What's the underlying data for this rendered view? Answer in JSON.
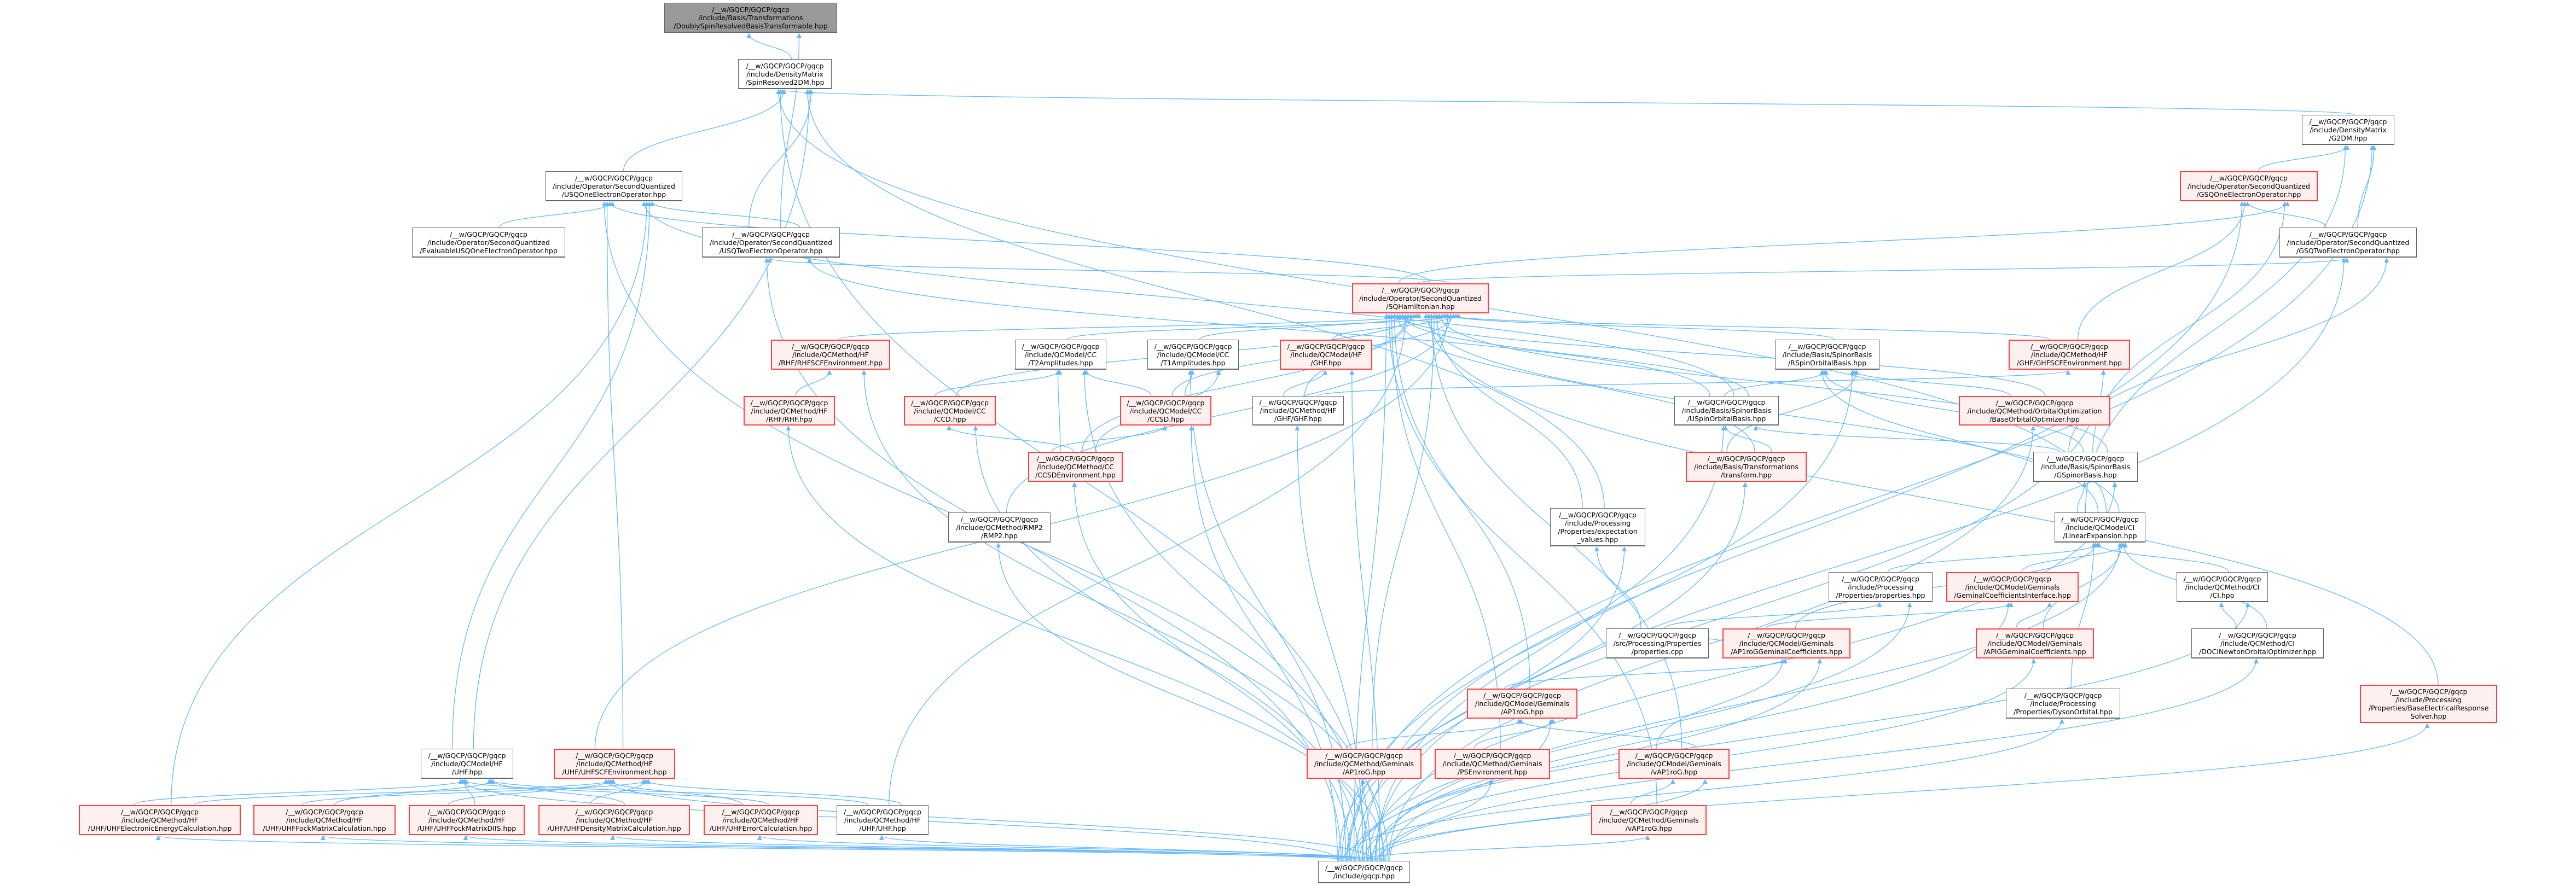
{
  "colors": {
    "edge": "#63b8ff",
    "red_border": "#ff4040",
    "red_fill": "#fff0f0",
    "root_fill": "#999999",
    "normal_border": "#666666"
  },
  "nodes": [
    {
      "id": "root",
      "style": "root",
      "lines": [
        "/__w/GQCP/GQCP/gqcp",
        "/include/Basis/Transformations",
        "/DoublySpinResolvedBasisTransformable.hpp"
      ]
    },
    {
      "id": "s2dm",
      "style": "normal",
      "lines": [
        "/__w/GQCP/GQCP/gqcp",
        "/include/DensityMatrix",
        "/SpinResolved2DM.hpp"
      ]
    },
    {
      "id": "g2dm",
      "style": "normal",
      "lines": [
        "/__w/GQCP/GQCP/gqcp",
        "/include/DensityMatrix",
        "/G2DM.hpp"
      ]
    },
    {
      "id": "usq1",
      "style": "normal",
      "lines": [
        "/__w/GQCP/GQCP/gqcp",
        "/include/Operator/SecondQuantized",
        "/USQOneElectronOperator.hpp"
      ]
    },
    {
      "id": "gsq1",
      "style": "red",
      "lines": [
        "/__w/GQCP/GQCP/gqcp",
        "/include/Operator/SecondQuantized",
        "/GSQOneElectronOperator.hpp"
      ]
    },
    {
      "id": "eval",
      "style": "normal",
      "lines": [
        "/__w/GQCP/GQCP/gqcp",
        "/include/Operator/SecondQuantized",
        "/EvaluableUSQOneElectronOperator.hpp"
      ]
    },
    {
      "id": "usq2",
      "style": "normal",
      "lines": [
        "/__w/GQCP/GQCP/gqcp",
        "/include/Operator/SecondQuantized",
        "/USQTwoElectronOperator.hpp"
      ]
    },
    {
      "id": "gsq2",
      "style": "normal",
      "lines": [
        "/__w/GQCP/GQCP/gqcp",
        "/include/Operator/SecondQuantized",
        "/GSQTwoElectronOperator.hpp"
      ]
    },
    {
      "id": "sqham",
      "style": "red",
      "lines": [
        "/__w/GQCP/GQCP/gqcp",
        "/include/Operator/SecondQuantized",
        "/SQHamiltonian.hpp"
      ]
    },
    {
      "id": "rhfscf",
      "style": "red",
      "lines": [
        "/__w/GQCP/GQCP/gqcp",
        "/include/QCMethod/HF",
        "/RHF/RHFSCFEnvironment.hpp"
      ]
    },
    {
      "id": "t2",
      "style": "normal",
      "lines": [
        "/__w/GQCP/GQCP/gqcp",
        "/include/QCModel/CC",
        "/T2Amplitudes.hpp"
      ]
    },
    {
      "id": "t1",
      "style": "normal",
      "lines": [
        "/__w/GQCP/GQCP/gqcp",
        "/include/QCModel/CC",
        "/T1Amplitudes.hpp"
      ]
    },
    {
      "id": "ghf",
      "style": "red",
      "lines": [
        "/__w/GQCP/GQCP/gqcp",
        "/include/QCModel/HF",
        "/GHF.hpp"
      ]
    },
    {
      "id": "rspin",
      "style": "normal",
      "lines": [
        "/__w/GQCP/GQCP/gqcp",
        "/include/Basis/SpinorBasis",
        "/RSpinOrbitalBasis.hpp"
      ]
    },
    {
      "id": "ghfscf",
      "style": "red",
      "lines": [
        "/__w/GQCP/GQCP/gqcp",
        "/include/QCMethod/HF",
        "/GHF/GHFSCFEnvironment.hpp"
      ]
    },
    {
      "id": "rhf",
      "style": "red",
      "lines": [
        "/__w/GQCP/GQCP/gqcp",
        "/include/QCMethod/HF",
        "/RHF/RHF.hpp"
      ]
    },
    {
      "id": "ccd",
      "style": "red",
      "lines": [
        "/__w/GQCP/GQCP/gqcp",
        "/include/QCModel/CC",
        "/CCD.hpp"
      ]
    },
    {
      "id": "ccsd",
      "style": "red",
      "lines": [
        "/__w/GQCP/GQCP/gqcp",
        "/include/QCModel/CC",
        "/CCSD.hpp"
      ]
    },
    {
      "id": "ghfghf",
      "style": "normal",
      "lines": [
        "/__w/GQCP/GQCP/gqcp",
        "/include/QCMethod/HF",
        "/GHF/GHF.hpp"
      ]
    },
    {
      "id": "uspin",
      "style": "normal",
      "lines": [
        "/__w/GQCP/GQCP/gqcp",
        "/include/Basis/SpinorBasis",
        "/USpinOrbitalBasis.hpp"
      ]
    },
    {
      "id": "baseopt",
      "style": "red",
      "lines": [
        "/__w/GQCP/GQCP/gqcp",
        "/include/QCMethod/OrbitalOptimization",
        "/BaseOrbitalOptimizer.hpp"
      ]
    },
    {
      "id": "ccsdenv",
      "style": "red",
      "lines": [
        "/__w/GQCP/GQCP/gqcp",
        "/include/QCMethod/CC",
        "/CCSDEnvironment.hpp"
      ]
    },
    {
      "id": "transform",
      "style": "red",
      "lines": [
        "/__w/GQCP/GQCP/gqcp",
        "/include/Basis/Transformations",
        "/transform.hpp"
      ]
    },
    {
      "id": "gspinor",
      "style": "normal",
      "lines": [
        "/__w/GQCP/GQCP/gqcp",
        "/include/Basis/SpinorBasis",
        "/GSpinorBasis.hpp"
      ]
    },
    {
      "id": "rmp2",
      "style": "normal",
      "lines": [
        "/__w/GQCP/GQCP/gqcp",
        "/include/QCMethod/RMP2",
        "/RMP2.hpp"
      ]
    },
    {
      "id": "expval",
      "style": "normal",
      "lines": [
        "/__w/GQCP/GQCP/gqcp",
        "/include/Processing",
        "/Properties/expectation",
        "_values.hpp"
      ]
    },
    {
      "id": "linexp",
      "style": "normal",
      "lines": [
        "/__w/GQCP/GQCP/gqcp",
        "/include/QCModel/CI",
        "/LinearExpansion.hpp"
      ]
    },
    {
      "id": "prophpp",
      "style": "normal",
      "lines": [
        "/__w/GQCP/GQCP/gqcp",
        "/include/Processing",
        "/Properties/properties.hpp"
      ]
    },
    {
      "id": "gemint",
      "style": "red",
      "lines": [
        "/__w/GQCP/GQCP/gqcp",
        "/include/QCModel/Geminals",
        "/GeminalCoefficientsInterface.hpp"
      ]
    },
    {
      "id": "ci",
      "style": "normal",
      "lines": [
        "/__w/GQCP/GQCP/gqcp",
        "/include/QCMethod/CI",
        "/CI.hpp"
      ]
    },
    {
      "id": "propcpp",
      "style": "normal",
      "lines": [
        "/__w/GQCP/GQCP/gqcp",
        "/src/Processing/Properties",
        "/properties.cpp"
      ]
    },
    {
      "id": "ap1rogcoef",
      "style": "red",
      "lines": [
        "/__w/GQCP/GQCP/gqcp",
        "/include/QCModel/Geminals",
        "/AP1roGGeminalCoefficients.hpp"
      ]
    },
    {
      "id": "apigcoef",
      "style": "red",
      "lines": [
        "/__w/GQCP/GQCP/gqcp",
        "/include/QCModel/Geminals",
        "/APIGGeminalCoefficients.hpp"
      ]
    },
    {
      "id": "doci",
      "style": "normal",
      "lines": [
        "/__w/GQCP/GQCP/gqcp",
        "/include/QCMethod/CI",
        "/DOCINewtonOrbitalOptimizer.hpp"
      ]
    },
    {
      "id": "ap1rogmodel",
      "style": "red",
      "lines": [
        "/__w/GQCP/GQCP/gqcp",
        "/include/QCModel/Geminals",
        "/AP1roG.hpp"
      ]
    },
    {
      "id": "dyson",
      "style": "normal",
      "lines": [
        "/__w/GQCP/GQCP/gqcp",
        "/include/Processing",
        "/Properties/DysonOrbital.hpp"
      ]
    },
    {
      "id": "baseelec",
      "style": "red",
      "lines": [
        "/__w/GQCP/GQCP/gqcp",
        "/include/Processing",
        "/Properties/BaseElectricalResponse",
        "Solver.hpp"
      ]
    },
    {
      "id": "uhfmodel",
      "style": "normal",
      "lines": [
        "/__w/GQCP/GQCP/gqcp",
        "/include/QCModel/HF",
        "/UHF.hpp"
      ]
    },
    {
      "id": "uhfscf",
      "style": "red",
      "lines": [
        "/__w/GQCP/GQCP/gqcp",
        "/include/QCMethod/HF",
        "/UHF/UHFSCFEnvironment.hpp"
      ]
    },
    {
      "id": "ap1rogmethod",
      "style": "red",
      "lines": [
        "/__w/GQCP/GQCP/gqcp",
        "/include/QCMethod/Geminals",
        "/AP1roG.hpp"
      ]
    },
    {
      "id": "psenv",
      "style": "red",
      "lines": [
        "/__w/GQCP/GQCP/gqcp",
        "/include/QCMethod/Geminals",
        "/PSEnvironment.hpp"
      ]
    },
    {
      "id": "vap1rogmodel",
      "style": "red",
      "lines": [
        "/__w/GQCP/GQCP/gqcp",
        "/include/QCModel/Geminals",
        "/vAP1roG.hpp"
      ]
    },
    {
      "id": "uhfenergy",
      "style": "red",
      "lines": [
        "/__w/GQCP/GQCP/gqcp",
        "/include/QCMethod/HF",
        "/UHF/UHFElectronicEnergyCalculation.hpp"
      ]
    },
    {
      "id": "uhffock",
      "style": "red",
      "lines": [
        "/__w/GQCP/GQCP/gqcp",
        "/include/QCMethod/HF",
        "/UHF/UHFFockMatrixCalculation.hpp"
      ]
    },
    {
      "id": "uhfdiis",
      "style": "red",
      "lines": [
        "/__w/GQCP/GQCP/gqcp",
        "/include/QCMethod/HF",
        "/UHF/UHFFockMatrixDIIS.hpp"
      ]
    },
    {
      "id": "uhfdensity",
      "style": "red",
      "lines": [
        "/__w/GQCP/GQCP/gqcp",
        "/include/QCMethod/HF",
        "/UHF/UHFDensityMatrixCalculation.hpp"
      ]
    },
    {
      "id": "uhferror",
      "style": "red",
      "lines": [
        "/__w/GQCP/GQCP/gqcp",
        "/include/QCMethod/HF",
        "/UHF/UHFErrorCalculation.hpp"
      ]
    },
    {
      "id": "uhfuhf",
      "style": "normal",
      "lines": [
        "/__w/GQCP/GQCP/gqcp",
        "/include/QCMethod/HF",
        "/UHF/UHF.hpp"
      ]
    },
    {
      "id": "vap1rogmethod",
      "style": "red",
      "lines": [
        "/__w/GQCP/GQCP/gqcp",
        "/include/QCMethod/Geminals",
        "/vAP1roG.hpp"
      ]
    },
    {
      "id": "gqcp",
      "style": "normal",
      "lines": [
        "/__w/GQCP/GQCP/gqcp",
        "/include/gqcp.hpp"
      ]
    }
  ],
  "edges": [
    [
      "s2dm",
      "root"
    ],
    [
      "usq2",
      "root"
    ],
    [
      "usq1",
      "s2dm"
    ],
    [
      "usq2",
      "s2dm"
    ],
    [
      "g2dm",
      "s2dm"
    ],
    [
      "uhfmodel",
      "s2dm"
    ],
    [
      "gqcp",
      "s2dm"
    ],
    [
      "expval",
      "s2dm"
    ],
    [
      "linexp",
      "s2dm"
    ],
    [
      "gsq1",
      "g2dm"
    ],
    [
      "gsq2",
      "g2dm"
    ],
    [
      "linexp",
      "g2dm"
    ],
    [
      "gqcp",
      "g2dm"
    ],
    [
      "eval",
      "usq1"
    ],
    [
      "usq2",
      "usq1"
    ],
    [
      "sqham",
      "usq1"
    ],
    [
      "uhfmodel",
      "usq1"
    ],
    [
      "uhfscf",
      "usq1"
    ],
    [
      "uhfenergy",
      "usq1"
    ],
    [
      "gqcp",
      "usq1"
    ],
    [
      "uspin",
      "usq1"
    ],
    [
      "gsq2",
      "gsq1"
    ],
    [
      "sqham",
      "gsq1"
    ],
    [
      "ghfscf",
      "gsq1"
    ],
    [
      "gspinor",
      "gsq1"
    ],
    [
      "gqcp",
      "gsq1"
    ],
    [
      "sqham",
      "usq2"
    ],
    [
      "uspin",
      "usq2"
    ],
    [
      "gqcp",
      "usq2"
    ],
    [
      "sqham",
      "gsq2"
    ],
    [
      "gspinor",
      "gsq2"
    ],
    [
      "gqcp",
      "gsq2"
    ],
    [
      "rhfscf",
      "sqham"
    ],
    [
      "t2",
      "sqham"
    ],
    [
      "t1",
      "sqham"
    ],
    [
      "ghf",
      "sqham"
    ],
    [
      "ccd",
      "sqham"
    ],
    [
      "ccsd",
      "sqham"
    ],
    [
      "ccsdenv",
      "sqham"
    ],
    [
      "rmp2",
      "sqham"
    ],
    [
      "ghfghf",
      "sqham"
    ],
    [
      "uhfscf",
      "sqham"
    ],
    [
      "uhfuhf",
      "sqham"
    ],
    [
      "rspin",
      "sqham"
    ],
    [
      "uspin",
      "sqham"
    ],
    [
      "ghfscf",
      "sqham"
    ],
    [
      "baseopt",
      "sqham"
    ],
    [
      "gspinor",
      "sqham"
    ],
    [
      "transform",
      "sqham"
    ],
    [
      "expval",
      "sqham"
    ],
    [
      "ap1rogmodel",
      "sqham"
    ],
    [
      "ap1rogmethod",
      "sqham"
    ],
    [
      "psenv",
      "sqham"
    ],
    [
      "vap1rogmodel",
      "sqham"
    ],
    [
      "vap1rogmethod",
      "sqham"
    ],
    [
      "baseelec",
      "sqham"
    ],
    [
      "gqcp",
      "sqham"
    ],
    [
      "linexp",
      "sqham"
    ],
    [
      "rhf",
      "rhfscf"
    ],
    [
      "gqcp",
      "rhfscf"
    ],
    [
      "ccd",
      "t2"
    ],
    [
      "ccsd",
      "t2"
    ],
    [
      "ccsdenv",
      "t2"
    ],
    [
      "gqcp",
      "t2"
    ],
    [
      "ccsd",
      "t1"
    ],
    [
      "ccsdenv",
      "t1"
    ],
    [
      "gqcp",
      "t1"
    ],
    [
      "ghfghf",
      "ghf"
    ],
    [
      "gqcp",
      "ghf"
    ],
    [
      "ccsdenv",
      "ccd"
    ],
    [
      "gqcp",
      "ccd"
    ],
    [
      "ccsdenv",
      "ccsd"
    ],
    [
      "gqcp",
      "ccsd"
    ],
    [
      "gqcp",
      "rhf"
    ],
    [
      "gqcp",
      "ccsdenv"
    ],
    [
      "gqcp",
      "rmp2"
    ],
    [
      "gqcp",
      "ghfghf"
    ],
    [
      "uspin",
      "rspin"
    ],
    [
      "transform",
      "rspin"
    ],
    [
      "gspinor",
      "rspin"
    ],
    [
      "baseopt",
      "rspin"
    ],
    [
      "linexp",
      "rspin"
    ],
    [
      "gqcp",
      "rspin"
    ],
    [
      "transform",
      "uspin"
    ],
    [
      "gspinor",
      "uspin"
    ],
    [
      "gqcp",
      "uspin"
    ],
    [
      "ghfghf",
      "ghfscf"
    ],
    [
      "gqcp",
      "ghfscf"
    ],
    [
      "gqcp",
      "baseopt"
    ],
    [
      "linexp",
      "gspinor"
    ],
    [
      "gqcp",
      "gspinor"
    ],
    [
      "gqcp",
      "transform"
    ],
    [
      "prophpp",
      "linexp"
    ],
    [
      "gemint",
      "linexp"
    ],
    [
      "ci",
      "linexp"
    ],
    [
      "doci",
      "linexp"
    ],
    [
      "ap1rogcoef",
      "linexp"
    ],
    [
      "apigcoef",
      "linexp"
    ],
    [
      "dyson",
      "linexp"
    ],
    [
      "gqcp",
      "linexp"
    ],
    [
      "propcpp",
      "prophpp"
    ],
    [
      "propcpp",
      "expval"
    ],
    [
      "gqcp",
      "prophpp"
    ],
    [
      "gqcp",
      "expval"
    ],
    [
      "ap1rogcoef",
      "gemint"
    ],
    [
      "apigcoef",
      "gemint"
    ],
    [
      "gqcp",
      "gemint"
    ],
    [
      "doci",
      "ci"
    ],
    [
      "gqcp",
      "ci"
    ],
    [
      "gqcp",
      "doci"
    ],
    [
      "gqcp",
      "apigcoef"
    ],
    [
      "gqcp",
      "dyson"
    ],
    [
      "gqcp",
      "baseelec"
    ],
    [
      "ap1rogmodel",
      "ap1rogcoef"
    ],
    [
      "propcpp",
      "ap1rogcoef"
    ],
    [
      "vap1rogmodel",
      "ap1rogcoef"
    ],
    [
      "gqcp",
      "ap1rogcoef"
    ],
    [
      "ap1rogmethod",
      "ap1rogmodel"
    ],
    [
      "psenv",
      "ap1rogmodel"
    ],
    [
      "vap1rogmodel",
      "ap1rogmodel"
    ],
    [
      "gqcp",
      "ap1rogmodel"
    ],
    [
      "vap1rogmethod",
      "vap1rogmodel"
    ],
    [
      "gqcp",
      "vap1rogmodel"
    ],
    [
      "gqcp",
      "ap1rogmethod"
    ],
    [
      "gqcp",
      "psenv"
    ],
    [
      "gqcp",
      "vap1rogmethod"
    ],
    [
      "uhfenergy",
      "uhfmodel"
    ],
    [
      "uhffock",
      "uhfmodel"
    ],
    [
      "uhfdiis",
      "uhfmodel"
    ],
    [
      "uhfdensity",
      "uhfmodel"
    ],
    [
      "uhferror",
      "uhfmodel"
    ],
    [
      "uhfuhf",
      "uhfmodel"
    ],
    [
      "gqcp",
      "uhfmodel"
    ],
    [
      "uhfenergy",
      "uhfscf"
    ],
    [
      "uhffock",
      "uhfscf"
    ],
    [
      "uhfdiis",
      "uhfscf"
    ],
    [
      "uhfdensity",
      "uhfscf"
    ],
    [
      "uhferror",
      "uhfscf"
    ],
    [
      "uhfuhf",
      "uhfscf"
    ],
    [
      "gqcp",
      "uhfscf"
    ],
    [
      "gqcp",
      "uhfenergy"
    ],
    [
      "gqcp",
      "uhffock"
    ],
    [
      "gqcp",
      "uhfdiis"
    ],
    [
      "gqcp",
      "uhfdensity"
    ],
    [
      "gqcp",
      "uhferror"
    ],
    [
      "gqcp",
      "uhfuhf"
    ]
  ]
}
